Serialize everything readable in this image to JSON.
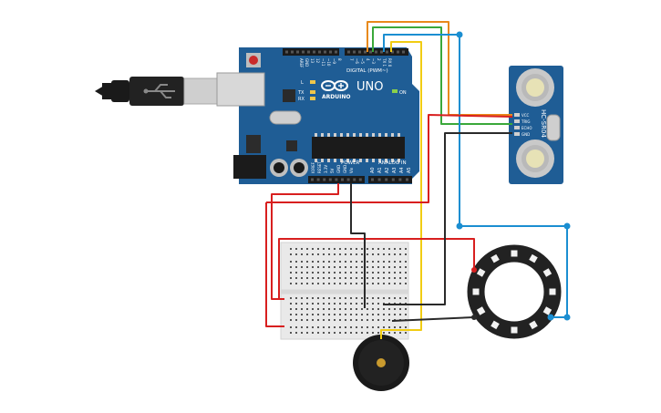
{
  "board": {
    "brand": "ARDUINO",
    "model": "UNO",
    "digital_label": "DIGITAL (PWM~)",
    "power_label": "POWER",
    "analog_label": "ANALOG IN",
    "aref_label": "AREF",
    "gnd_label": "GND",
    "l_led_label": "L",
    "tx_label": "TX",
    "rx_label": "RX",
    "on_label": "ON",
    "digital_pins": [
      "13",
      "12",
      "~11",
      "~10",
      "~9",
      "8",
      "7",
      "~6",
      "~5",
      "4",
      "~3",
      "2",
      "TX 1",
      "RX 0"
    ],
    "power_pins": [
      "IOREF",
      "RESET",
      "3.3V",
      "5V",
      "GND",
      "GND",
      "Vin"
    ],
    "analog_pins": [
      "A0",
      "A1",
      "A2",
      "A3",
      "A4",
      "A5"
    ]
  },
  "sensor": {
    "model": "HC-SR04",
    "pins": [
      "VCC",
      "TRIG",
      "ECHO",
      "GND"
    ]
  },
  "colors": {
    "board": "#1f5d95",
    "wire_red": "#d81f1f",
    "wire_black": "#2a2a2a",
    "wire_orange": "#e8891a",
    "wire_yellow": "#f1cc13",
    "wire_green": "#3aa83a",
    "wire_blue": "#1b8ed1",
    "ring": "#222222",
    "buzzer": "#1a1a1a",
    "sensor": "#1f5d95"
  },
  "icons": {
    "usb": "usb-plug-icon",
    "logo": "arduino-infinity-icon"
  }
}
